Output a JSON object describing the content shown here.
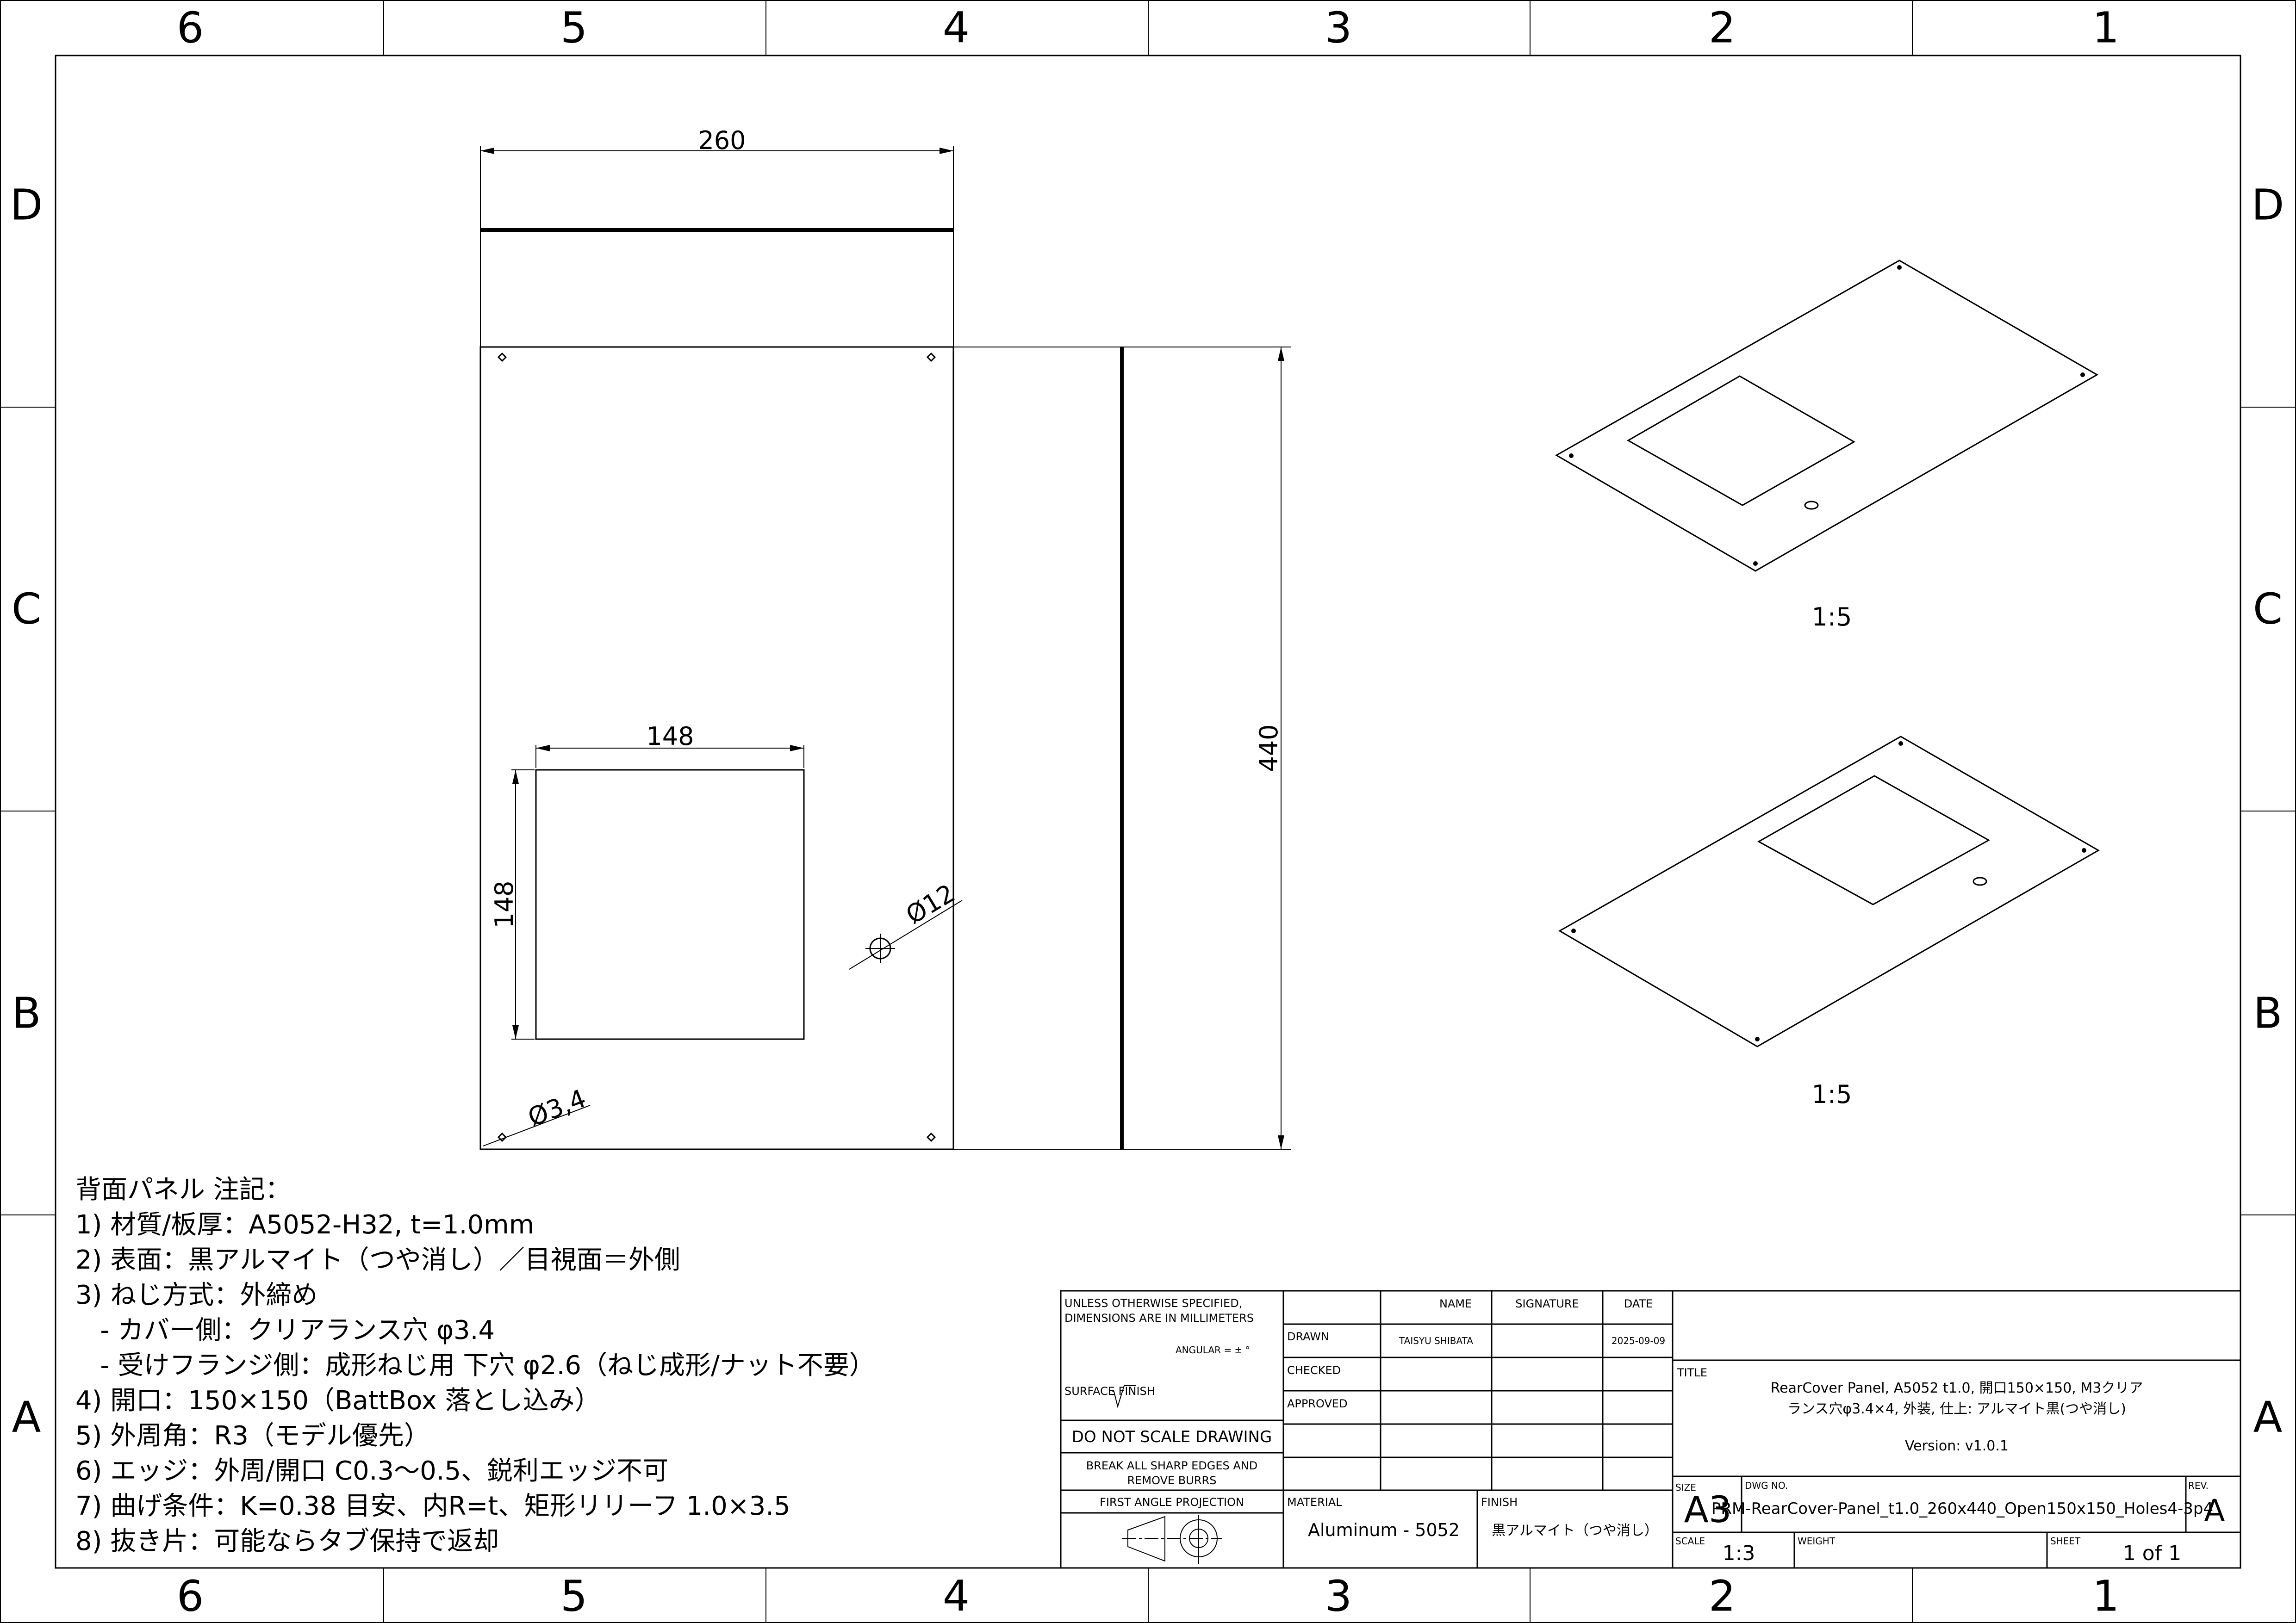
{
  "border": {
    "columns": [
      "6",
      "5",
      "4",
      "3",
      "2",
      "1"
    ],
    "rows": [
      "D",
      "C",
      "B",
      "A"
    ]
  },
  "dimensions": {
    "overall_width": "260",
    "overall_height": "440",
    "opening_width": "148",
    "opening_height": "148",
    "large_hole": "Ø12",
    "small_hole": "Ø3,4"
  },
  "views": {
    "iso_top_scale": "1:5",
    "iso_bottom_scale": "1:5"
  },
  "notes": {
    "heading": "背面パネル 注記：",
    "lines": [
      "1) 材質/板厚：A5052-H32, t=1.0mm",
      "2) 表面：黒アルマイト（つや消し）／目視面＝外側",
      "3) ねじ方式：外締め",
      "   - カバー側：クリアランス穴 φ3.4",
      "   - 受けフランジ側：成形ねじ用 下穴 φ2.6（ねじ成形/ナット不要）",
      "4) 開口：150×150（BattBox 落とし込み）",
      "5) 外周角：R3（モデル優先）",
      "6) エッジ：外周/開口 C0.3～0.5、鋭利エッジ不可",
      "7) 曲げ条件：K=0.38 目安、内R=t、矩形リリーフ 1.0×3.5",
      "8) 抜き片：可能ならタブ保持で返却"
    ]
  },
  "title_block": {
    "tolerance_line1": "UNLESS OTHERWISE SPECIFIED,",
    "tolerance_line2": "DIMENSIONS ARE IN MILLIMETERS",
    "angular": "ANGULAR = ± °",
    "surface_finish": "SURFACE FINISH",
    "do_not_scale": "DO NOT SCALE DRAWING",
    "break_edges_1": "BREAK ALL SHARP EDGES AND",
    "break_edges_2": "REMOVE BURRS",
    "projection": "FIRST ANGLE PROJECTION",
    "col_name": "NAME",
    "col_signature": "SIGNATURE",
    "col_date": "DATE",
    "drawn_label": "DRAWN",
    "drawn_name": "TAISYU SHIBATA",
    "drawn_date": "2025-09-09",
    "checked_label": "CHECKED",
    "approved_label": "APPROVED",
    "material_label": "MATERIAL",
    "material_value": "Aluminum - 5052",
    "finish_label": "FINISH",
    "finish_value": "黒アルマイト（つや消し）",
    "title_label": "TITLE",
    "title_line1": "RearCover Panel, A5052 t1.0, 開口150×150, M3クリア",
    "title_line2": "ランス穴φ3.4×4, 外装, 仕上: アルマイト黒(つや消し)",
    "version": "Version: v1.0.1",
    "size_label": "SIZE",
    "size_value": "A3",
    "dwg_no_label": "DWG NO.",
    "dwg_no_value": "PRM-RearCover-Panel_t1.0_260x440_Open150x150_Holes4-3p4",
    "rev_label": "REV.",
    "rev_value": "A",
    "scale_label": "SCALE",
    "scale_value": "1:3",
    "weight_label": "WEIGHT",
    "sheet_label": "SHEET",
    "sheet_value": "1 of 1"
  }
}
